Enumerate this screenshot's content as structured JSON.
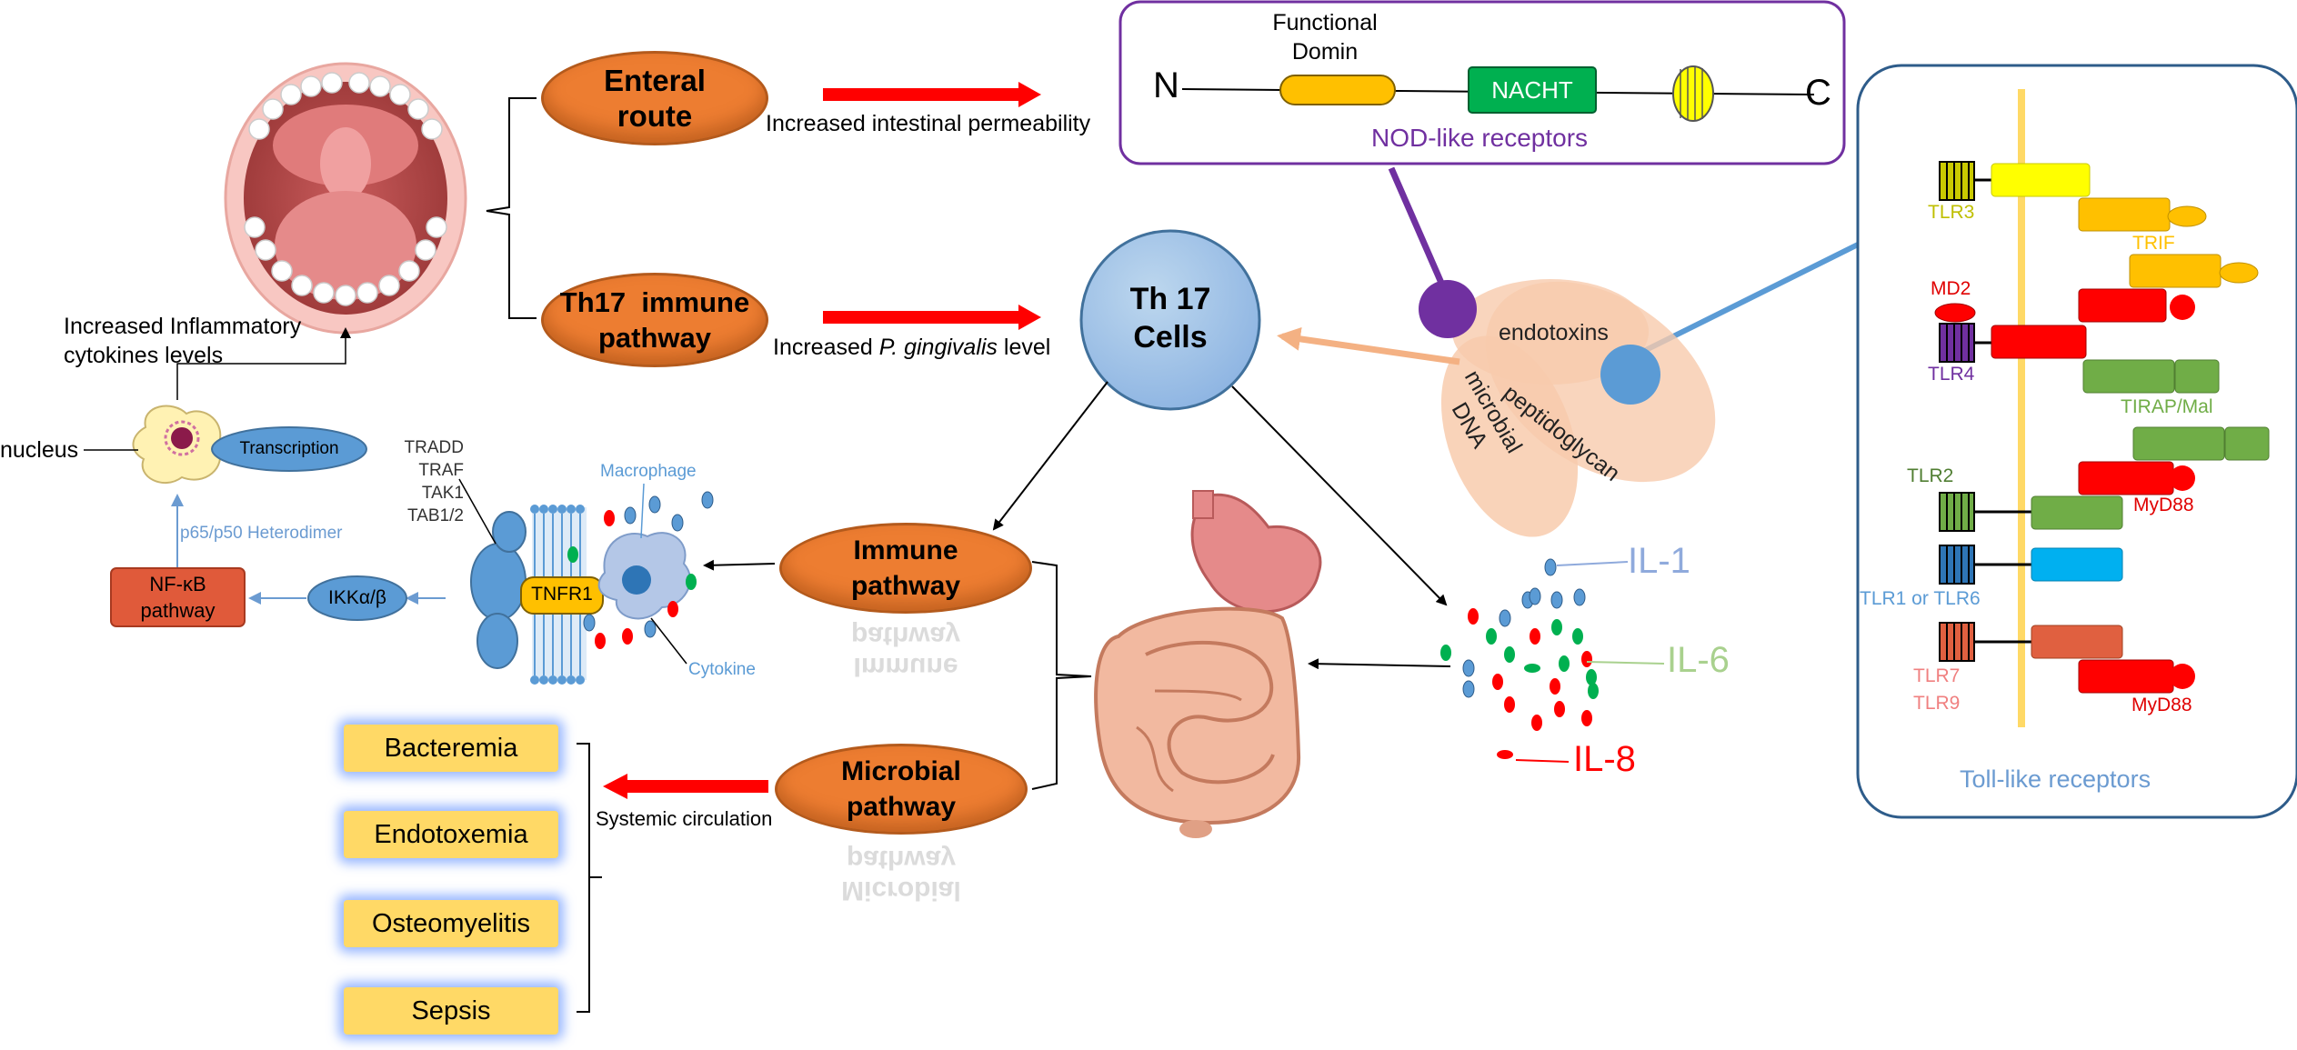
{
  "routes": {
    "enteral": "Enteral\nroute",
    "th17_pathway": "Th17  immune\npathway",
    "immune": "Immune\npathway",
    "microbial": "Microbial\npathway"
  },
  "captions": {
    "permeability": "Increased intestinal permeability",
    "pg_prefix": "Increased ",
    "pg_species": "P. gingivalis",
    "pg_suffix": " level",
    "systemic": "Systemic circulation",
    "cytokines_line1": "Increased Inflammatory",
    "cytokines_line2": "cytokines levels"
  },
  "th17": "Th 17\nCells",
  "nlr": {
    "n": "N",
    "c": "C",
    "functional_domain": "Functional\nDomin",
    "nacht": "NACHT",
    "title": "NOD-like receptors"
  },
  "pamps": {
    "endotoxins": "endotoxins",
    "peptidoglycan": "peptidoglycan",
    "microbial_dna": "microbial\nDNA"
  },
  "tlr": {
    "title": "Toll-like receptors",
    "tlr3": "TLR3",
    "trif": "TRIF",
    "md2": "MD2",
    "tlr4": "TLR4",
    "tirap": "TIRAP/Mal",
    "tlr2": "TLR2",
    "myd88_a": "MyD88",
    "tlr1_6": "TLR1 or TLR6",
    "tlr7": "TLR7",
    "tlr9": "TLR9",
    "myd88_b": "MyD88"
  },
  "signaling": {
    "adaptors": "TRADD\nTRAF\nTAK1\nTAB1/2",
    "macrophage": "Macrophage",
    "tnfr1": "TNFR1",
    "cytokine": "Cytokine",
    "ikk": "IKKα/β",
    "nfkb": "NF-κB\npathway",
    "p65": "p65/p50 Heterodimer",
    "transcription": "Transcription",
    "nucleus": "nucleus"
  },
  "interleukins": {
    "il1": "IL-1",
    "il6": "IL-6",
    "il8": "IL-8"
  },
  "outcomes": [
    "Bacteremia",
    "Endotoxemia",
    "Osteomyelitis",
    "Sepsis"
  ],
  "colors": {
    "orange": "#ed7d31",
    "th17_blue": "#9dc3e6",
    "red_arrow": "#ff0000",
    "purple": "#7030a0",
    "steel_blue": "#5b9bd5",
    "yellow_box": "#ffd966",
    "nacht_green": "#00b050",
    "tlr_border": "#41719c",
    "il1": "#8faadc",
    "il6": "#a9d18e",
    "il8": "#ff0000"
  }
}
